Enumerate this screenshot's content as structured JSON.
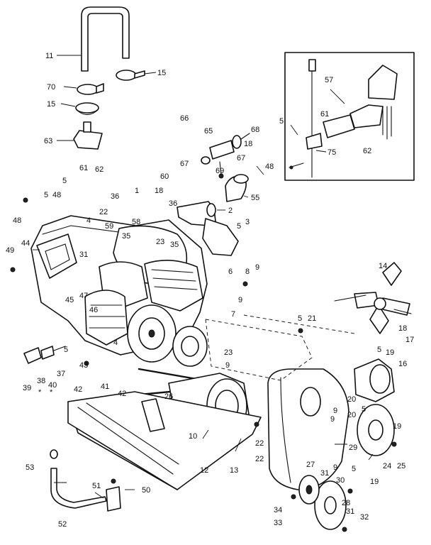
{
  "callouts": [
    {
      "id": "c11",
      "text": "11"
    },
    {
      "id": "c15a",
      "text": "15"
    },
    {
      "id": "c70",
      "text": "70"
    },
    {
      "id": "c15b",
      "text": "15"
    },
    {
      "id": "c63",
      "text": "63"
    },
    {
      "id": "c66",
      "text": "66"
    },
    {
      "id": "c65",
      "text": "65"
    },
    {
      "id": "c68",
      "text": "68"
    },
    {
      "id": "c18a",
      "text": "18"
    },
    {
      "id": "c67a",
      "text": "67"
    },
    {
      "id": "c67b",
      "text": "67"
    },
    {
      "id": "c69",
      "text": "69"
    },
    {
      "id": "c55",
      "text": "55"
    },
    {
      "id": "c2",
      "text": "2"
    },
    {
      "id": "c5a",
      "text": "5"
    },
    {
      "id": "c3",
      "text": "3"
    },
    {
      "id": "c60",
      "text": "60"
    },
    {
      "id": "c1",
      "text": "1"
    },
    {
      "id": "c18b",
      "text": "18"
    },
    {
      "id": "c36a",
      "text": "36"
    },
    {
      "id": "c58",
      "text": "58"
    },
    {
      "id": "c61a",
      "text": "61"
    },
    {
      "id": "c62a",
      "text": "62"
    },
    {
      "id": "c5b",
      "text": "5"
    },
    {
      "id": "c5c",
      "text": "5"
    },
    {
      "id": "c48a",
      "text": "48"
    },
    {
      "id": "c36b",
      "text": "36"
    },
    {
      "id": "c48b",
      "text": "48"
    },
    {
      "id": "c22a",
      "text": "22"
    },
    {
      "id": "c4a",
      "text": "4"
    },
    {
      "id": "c59",
      "text": "59"
    },
    {
      "id": "c35a",
      "text": "35"
    },
    {
      "id": "c35b",
      "text": "35"
    },
    {
      "id": "c23a",
      "text": "23"
    },
    {
      "id": "c44",
      "text": "44"
    },
    {
      "id": "c49",
      "text": "49"
    },
    {
      "id": "c31a",
      "text": "31"
    },
    {
      "id": "c47",
      "text": "47"
    },
    {
      "id": "c45",
      "text": "45"
    },
    {
      "id": "c46",
      "text": "46"
    },
    {
      "id": "c6",
      "text": "6"
    },
    {
      "id": "c8",
      "text": "8"
    },
    {
      "id": "c9a",
      "text": "9"
    },
    {
      "id": "c9b",
      "text": "9"
    },
    {
      "id": "c7",
      "text": "7"
    },
    {
      "id": "c14",
      "text": "14"
    },
    {
      "id": "c18c",
      "text": "18"
    },
    {
      "id": "c17",
      "text": "17"
    },
    {
      "id": "c5d",
      "text": "5"
    },
    {
      "id": "c21",
      "text": "21"
    },
    {
      "id": "c4b",
      "text": "4"
    },
    {
      "id": "c5e",
      "text": "5"
    },
    {
      "id": "c43",
      "text": "43"
    },
    {
      "id": "c42a",
      "text": "42"
    },
    {
      "id": "c41",
      "text": "41"
    },
    {
      "id": "c42b",
      "text": "42"
    },
    {
      "id": "c37",
      "text": "37"
    },
    {
      "id": "c39",
      "text": "39"
    },
    {
      "id": "c38",
      "text": "38"
    },
    {
      "id": "c40",
      "text": "40"
    },
    {
      "id": "c23b",
      "text": "23"
    },
    {
      "id": "c9c",
      "text": "9"
    },
    {
      "id": "c26",
      "text": "26"
    },
    {
      "id": "c10",
      "text": "10"
    },
    {
      "id": "c12",
      "text": "12"
    },
    {
      "id": "c13",
      "text": "13"
    },
    {
      "id": "c22b",
      "text": "22"
    },
    {
      "id": "c22c",
      "text": "22"
    },
    {
      "id": "c5f",
      "text": "5"
    },
    {
      "id": "c19a",
      "text": "19"
    },
    {
      "id": "c16",
      "text": "16"
    },
    {
      "id": "c20a",
      "text": "20"
    },
    {
      "id": "c20b",
      "text": "20"
    },
    {
      "id": "c9d",
      "text": "9"
    },
    {
      "id": "c9e",
      "text": "9"
    },
    {
      "id": "c5g",
      "text": "5"
    },
    {
      "id": "c19b",
      "text": "19"
    },
    {
      "id": "c29",
      "text": "29"
    },
    {
      "id": "c24",
      "text": "24"
    },
    {
      "id": "c25",
      "text": "25"
    },
    {
      "id": "c27",
      "text": "27"
    },
    {
      "id": "c31b",
      "text": "31"
    },
    {
      "id": "c9f",
      "text": "9"
    },
    {
      "id": "c5h",
      "text": "5"
    },
    {
      "id": "c30",
      "text": "30"
    },
    {
      "id": "c19c",
      "text": "19"
    },
    {
      "id": "c34",
      "text": "34"
    },
    {
      "id": "c33",
      "text": "33"
    },
    {
      "id": "c28",
      "text": "28"
    },
    {
      "id": "c31c",
      "text": "31"
    },
    {
      "id": "c32",
      "text": "32"
    },
    {
      "id": "c53",
      "text": "53"
    },
    {
      "id": "c51",
      "text": "51"
    },
    {
      "id": "c50",
      "text": "50"
    },
    {
      "id": "c52",
      "text": "52"
    },
    {
      "id": "c57",
      "text": "57"
    },
    {
      "id": "c61b",
      "text": "61"
    },
    {
      "id": "c5i",
      "text": "5"
    },
    {
      "id": "c75",
      "text": "75"
    },
    {
      "id": "c62b",
      "text": "62"
    },
    {
      "id": "c48c",
      "text": "48"
    }
  ],
  "symbols": {
    "asterisk_a": "*",
    "asterisk_b": "*"
  }
}
